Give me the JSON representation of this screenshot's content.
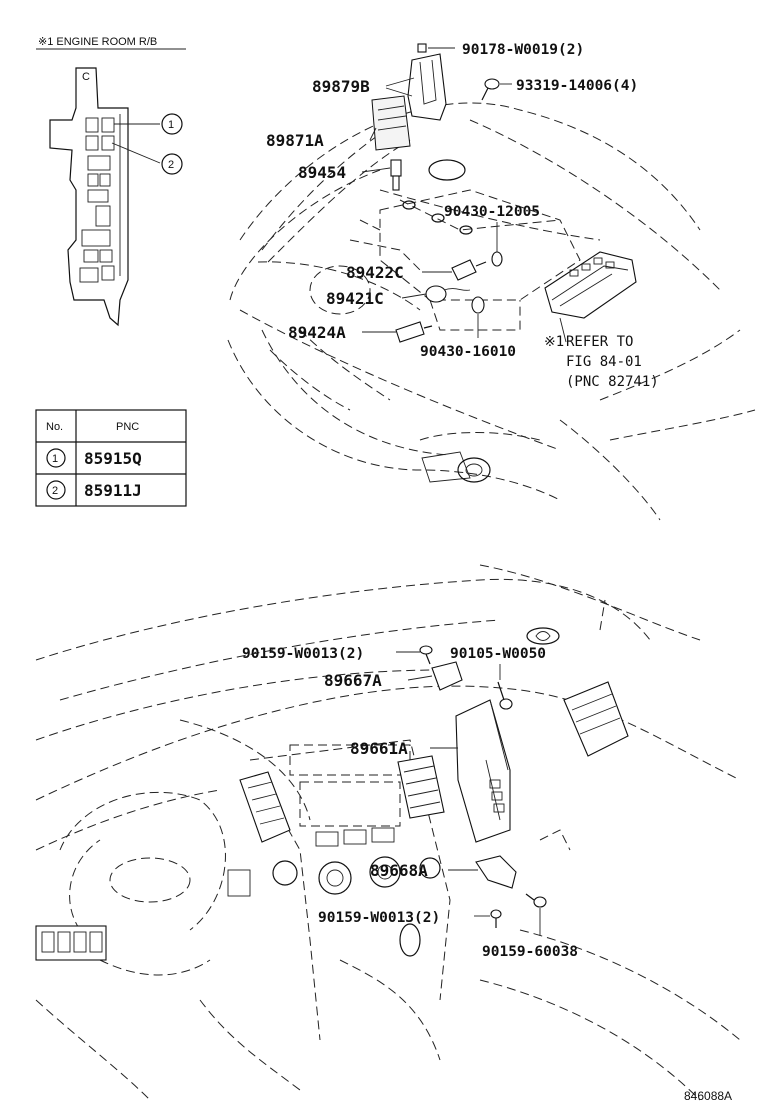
{
  "top_left": {
    "title": "※1 ENGINE ROOM R/B",
    "fuse_letter": "C",
    "callouts": [
      "1",
      "2"
    ]
  },
  "pnc_table": {
    "header_no": "No.",
    "header_pnc": "PNC",
    "rows": [
      {
        "no": "1",
        "pnc": "85915Q"
      },
      {
        "no": "2",
        "pnc": "85911J"
      }
    ]
  },
  "engine_parts": {
    "p1": "90178-W0019(2)",
    "p2": "89879B",
    "p3": "93319-14006(4)",
    "p4": "89871A",
    "p5": "89454",
    "p6": "90430-12005",
    "p7": "89422C",
    "p8": "89421C",
    "p9": "89424A",
    "p10": "90430-16010",
    "ref_mark": "※1",
    "ref_line1": "REFER TO",
    "ref_line2": "FIG 84-01",
    "ref_line3": "(PNC 82741)"
  },
  "dash_parts": {
    "p1": "90159-W0013(2)",
    "p2": "90105-W0050",
    "p3": "89667A",
    "p4": "89661A",
    "p5": "89668A",
    "p6": "90159-W0013(2)",
    "p7": "90159-60038"
  },
  "figure_id": "846088A"
}
